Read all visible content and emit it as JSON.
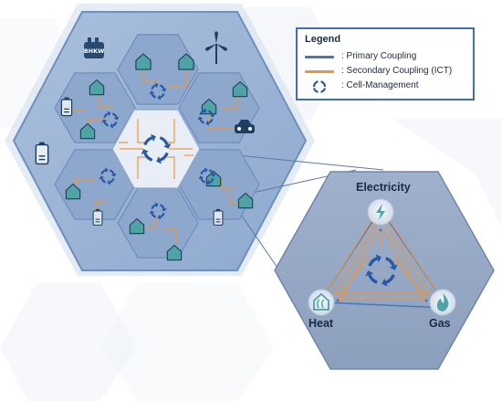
{
  "legend": {
    "title": "Legend",
    "items": [
      {
        "label": ": Primary Coupling",
        "color": "#4a77b4"
      },
      {
        "label": ": Secondary Coupling (ICT)",
        "color": "#f0953c"
      },
      {
        "label": ": Cell-Management",
        "color": "#2757a6"
      }
    ]
  },
  "nodes": {
    "electricity": "Electricity",
    "heat": "Heat",
    "gas": "Gas"
  },
  "chp_unit": "BHKW",
  "icons": [
    "building-icon",
    "wind-turbine-icon",
    "battery-icon",
    "electric-car-icon",
    "chp-plant-icon",
    "lightning-icon",
    "heat-home-icon",
    "flame-icon",
    "cycle-arrows-icon"
  ],
  "colors": {
    "primary": "#4a77b4",
    "secondary": "#f0953c",
    "management": "#2757a6",
    "house": "#4fa3a5"
  }
}
